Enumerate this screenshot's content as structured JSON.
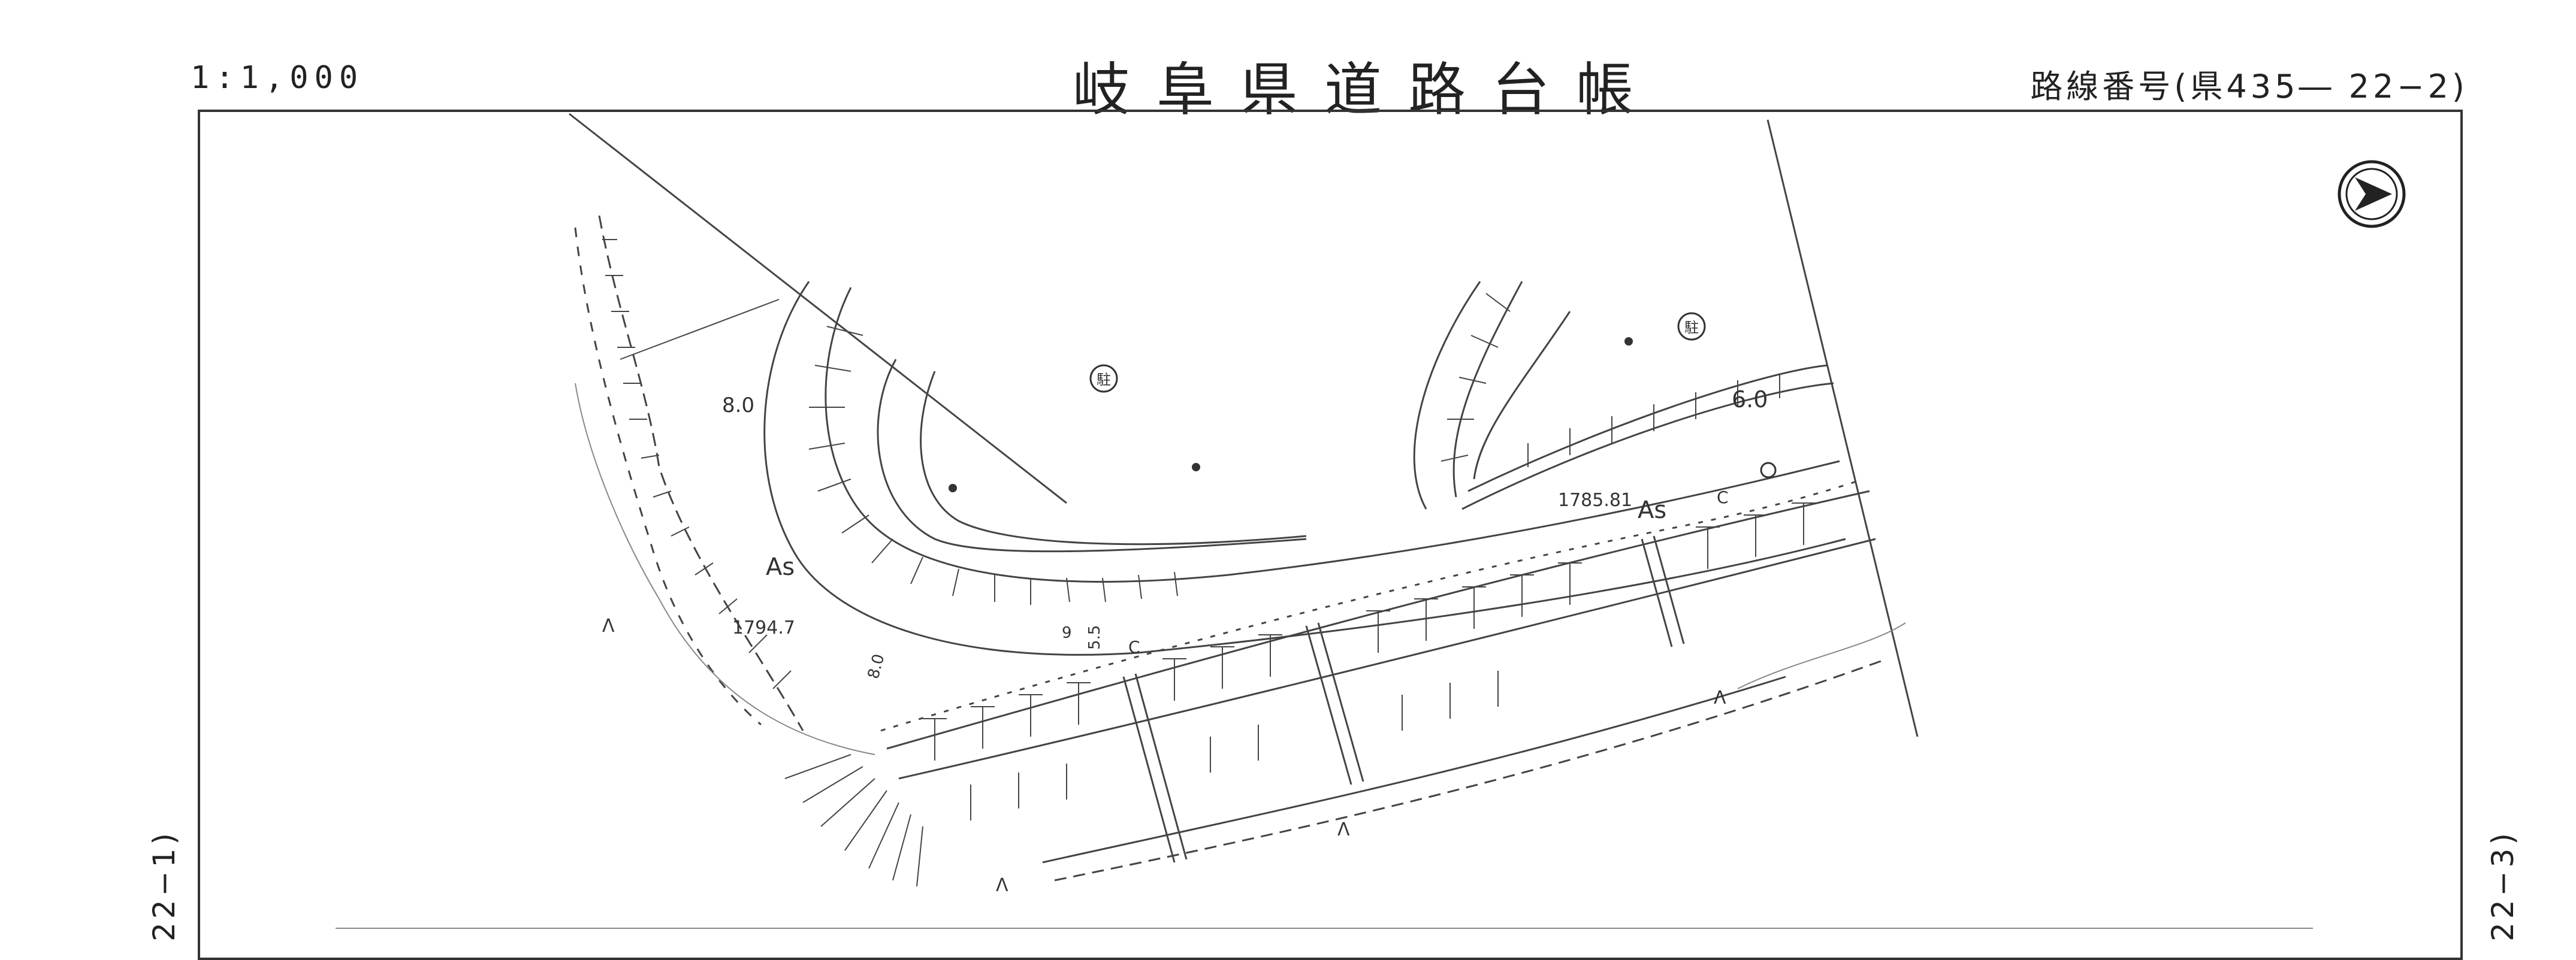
{
  "header": {
    "scale": "1:1,000",
    "title": "岐阜県道路台帳",
    "route_number": "路線番号(県435― 22−2)"
  },
  "side_refs": {
    "left": "22−1)",
    "right": "22−3)"
  },
  "map": {
    "north_arrow_icon": "north-arrow-icon",
    "labels": {
      "width_left": "8.0",
      "width_right": "6.0",
      "surface_left": "As",
      "surface_right": "As",
      "elev_left": "1794.7",
      "elev_right": "1785.81",
      "parking_1": "駐",
      "parking_2": "駐",
      "mark_9": "9",
      "mark_55": "5.5",
      "mark_80": "8.0",
      "c_left": "C",
      "c_right": "C",
      "veg_1": "Λ",
      "veg_2": "Λ",
      "veg_3": "Λ",
      "veg_4": "Λ"
    }
  }
}
